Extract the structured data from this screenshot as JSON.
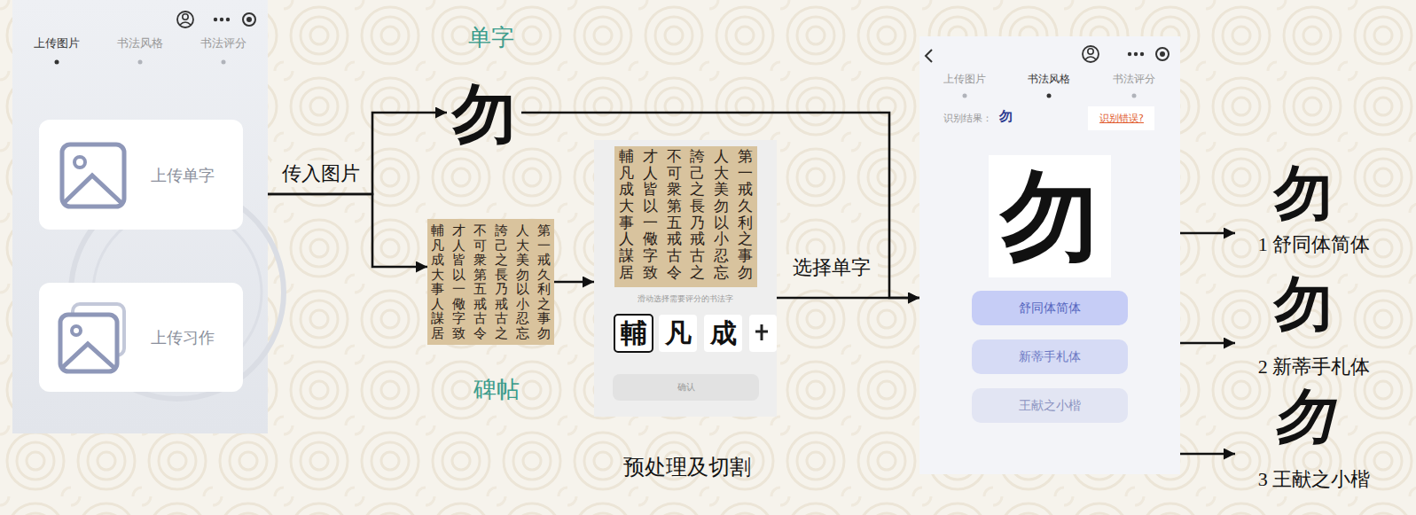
{
  "diagram": {
    "nodes": [
      {
        "text": [
          "上传图片",
          "书法风格",
          "书法评分"
        ]
      },
      {
        "text": [
          "上传单字"
        ],
        "in": 0
      },
      {
        "text": [
          "上传习作"
        ],
        "in": 0
      },
      {
        "text": [
          "单字",
          "勿"
        ]
      },
      {
        "text": [
          "第一戒久利之事勿",
          "人大美勿以小忍忘",
          "誇己之長乃戒古之",
          "不可衆第五戒古令",
          "才人皆以一儆字致",
          "輔凡成大事人謀居",
          "碑帖"
        ]
      },
      {
        "text": [
          "第一戒久利之事勿",
          "人大美勿以小忍忘",
          "誇己之長乃戒古之",
          "不可衆第五戒古令",
          "才人皆以一儆字致",
          "輔凡成大事人謀居",
          "滑动选择需要评分的书法字",
          "輔",
          "凡",
          "成",
          "预处理及切割"
        ]
      },
      {
        "text": [
          "确认"
        ],
        "in": 5
      },
      {
        "text": [
          "上传图片",
          "书法风格",
          "书法评分",
          "识别结果：",
          "勿",
          "识别错误?"
        ]
      },
      {
        "text": [
          "勿"
        ],
        "in": 7
      },
      {
        "text": [
          "舒同体简体"
        ],
        "in": 7
      },
      {
        "text": [
          "新蒂手札体"
        ],
        "in": 7
      },
      {
        "text": [
          "王献之小楷"
        ],
        "in": 7
      },
      {
        "text": [
          "勿",
          "1 舒同体简体"
        ]
      },
      {
        "text": [
          "勿",
          "2 新蒂手札体"
        ]
      },
      {
        "text": [
          "勿",
          "3 王献之小楷"
        ]
      }
    ],
    "edges": [
      {
        "from": 0,
        "to": 3,
        "arrow": "to",
        "label": "传入图片"
      },
      {
        "from": 0,
        "to": 4,
        "arrow": "to"
      },
      {
        "from": 4,
        "to": 5,
        "arrow": "to"
      },
      {
        "from": 3,
        "to": 7,
        "arrow": "to"
      },
      {
        "from": 5,
        "to": 7,
        "arrow": "to",
        "label": "选择单字"
      },
      {
        "from": 7,
        "to": 12,
        "arrow": "to"
      },
      {
        "from": 7,
        "to": 13,
        "arrow": "to"
      },
      {
        "from": 7,
        "to": 14,
        "arrow": "to"
      }
    ]
  }
}
